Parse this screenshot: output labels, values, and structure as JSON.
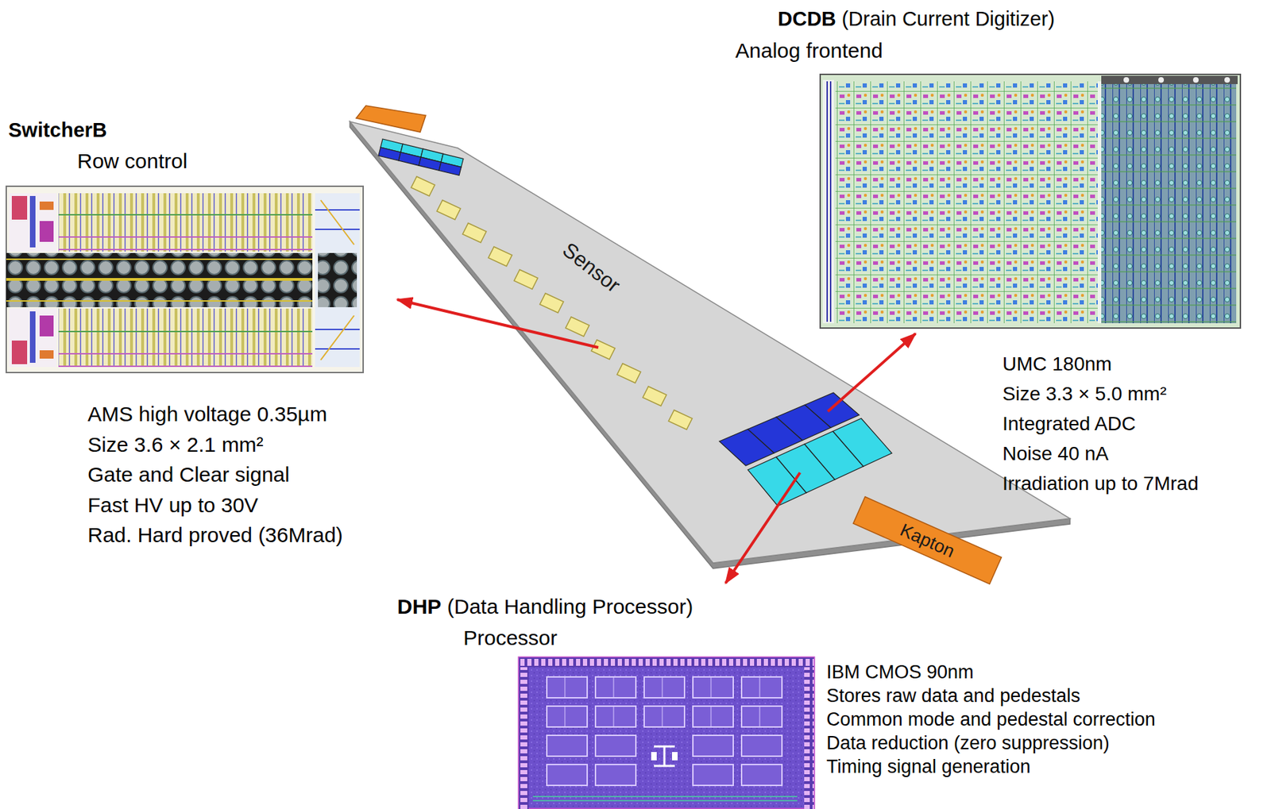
{
  "diagram": {
    "nodes": [
      {
        "text": [
          "DCDB",
          "(Drain Current Digitizer)",
          "Analog frontend"
        ]
      },
      {
        "text": [
          "SwitcherB",
          "Row control"
        ]
      },
      {
        "text": [
          "Sensor"
        ]
      },
      {
        "text": [
          "Kapton"
        ]
      },
      {
        "text": [
          "DHP",
          "(Data Handling Processor)",
          "Processor"
        ]
      }
    ],
    "labels": [
      "UMC 180nm",
      "Size 3.3 × 5.0 mm²",
      "Integrated ADC",
      "Noise 40 nA",
      "Irradiation up to 7Mrad",
      "AMS high voltage 0.35µm",
      "Size 3.6 × 2.1 mm²",
      "Gate and Clear signal",
      "Fast HV up to 30V",
      "Rad. Hard proved (36Mrad)",
      "IBM CMOS 90nm",
      "Stores raw data and pedestals",
      "Common mode and pedestal correction",
      "Data reduction (zero suppression)",
      "Timing signal generation"
    ]
  }
}
